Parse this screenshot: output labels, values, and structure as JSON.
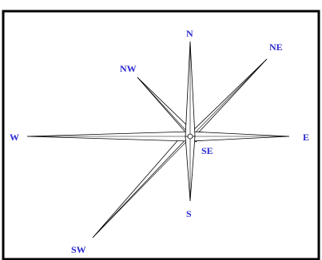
{
  "diagram": {
    "colors": {
      "frame": "#000000",
      "arm_stroke": "#000000",
      "arm_fill": "#ffffff",
      "label": "#2a2ad0"
    },
    "labels": {
      "north": "N",
      "north_east": "NE",
      "north_west": "NW",
      "west": "W",
      "east": "E",
      "south_east": "SE",
      "south": "S",
      "south_west": "SW"
    }
  }
}
